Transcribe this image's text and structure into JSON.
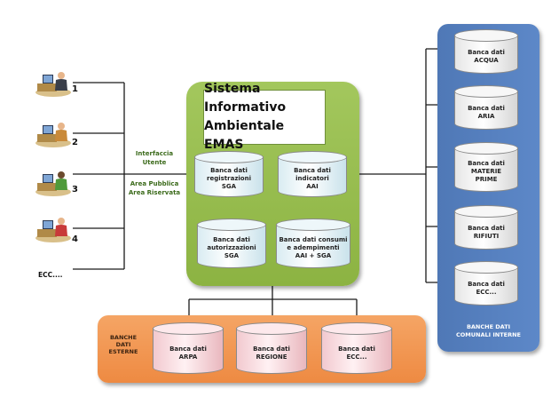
{
  "users": [
    {
      "number": "1"
    },
    {
      "number": "2"
    },
    {
      "number": "3"
    },
    {
      "number": "4"
    }
  ],
  "users_more": "ECC....",
  "interface": {
    "line1": "Interfaccia",
    "line2": "Utente",
    "line3": "Area Pubblica",
    "line4": "Area Riservata"
  },
  "system": {
    "title_line1": "Sistema Informativo",
    "title_line2": "Ambientale EMAS",
    "databases": [
      {
        "line1": "Banca dati",
        "line2": "registrazioni",
        "line3": "SGA"
      },
      {
        "line1": "Banca dati",
        "line2": "indicatori",
        "line3": "AAI"
      },
      {
        "line1": "Banca dati",
        "line2": "autorizzazioni",
        "line3": "SGA"
      },
      {
        "line1": "Banca dati consumi",
        "line2": "e adempimenti",
        "line3": "AAI + SGA"
      }
    ]
  },
  "external": {
    "label_line1": "BANCHE",
    "label_line2": "DATI",
    "label_line3": "ESTERNE",
    "databases": [
      {
        "line1": "Banca dati",
        "line2": "ARPA"
      },
      {
        "line1": "Banca dati",
        "line2": "REGIONE"
      },
      {
        "line1": "Banca dati",
        "line2": "ECC..."
      }
    ]
  },
  "internal": {
    "label_line1": "BANCHE DATI",
    "label_line2": "COMUNALI INTERNE",
    "databases": [
      {
        "line1": "Banca dati",
        "line2": "ACQUA",
        "line3": ""
      },
      {
        "line1": "Banca dati",
        "line2": "ARIA",
        "line3": ""
      },
      {
        "line1": "Banca dati",
        "line2": "MATERIE",
        "line3": "PRIME"
      },
      {
        "line1": "Banca dati",
        "line2": "RIFIUTI",
        "line3": ""
      },
      {
        "line1": "Banca dati",
        "line2": "ECC...",
        "line3": ""
      }
    ]
  },
  "colors": {
    "system_box": "#96bd4e",
    "external_box": "#f09850",
    "internal_box": "#5580be",
    "connector": "#1a1a1a"
  },
  "icons": [
    "user-at-computer-icon"
  ]
}
